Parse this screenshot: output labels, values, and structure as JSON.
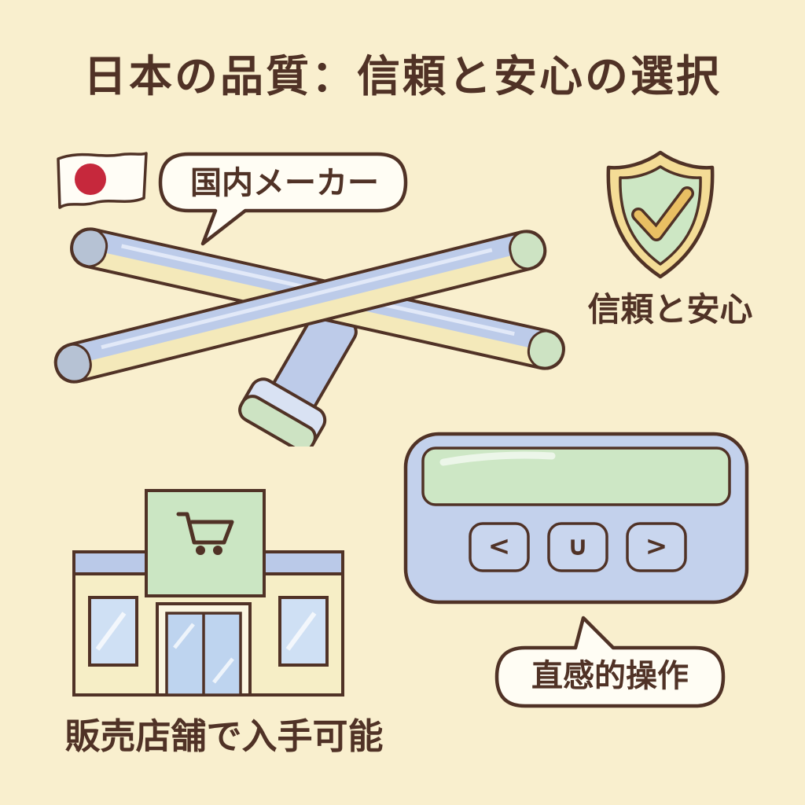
{
  "palette": {
    "background": "#f9efce",
    "ink": "#503226",
    "flag_red": "#c6283c",
    "bar_blue": "#bccbe9",
    "bar_cream": "#f4e9ba",
    "cap_green": "#cde3c3",
    "cap_gray": "#b6c2d4",
    "shield_gold": "#f4dc96",
    "shield_green": "#cde7c4",
    "check_gold": "#e9bf63",
    "store_green": "#cbe6c3",
    "glass_blue": "#bed4ef",
    "remote_blue": "#c3d1ec",
    "bubble_fill": "#fffdf4"
  },
  "title": "日本の品質：信頼と安心の選択",
  "maker_bubble": {
    "label": "国内メーカー"
  },
  "trust": {
    "label": "信頼と安心"
  },
  "store": {
    "label": "販売店舗で入手可能"
  },
  "remote": {
    "buttons": [
      {
        "glyph": "<"
      },
      {
        "glyph": "∪"
      },
      {
        "glyph": ">"
      }
    ],
    "bubble_label": "直感的操作"
  }
}
